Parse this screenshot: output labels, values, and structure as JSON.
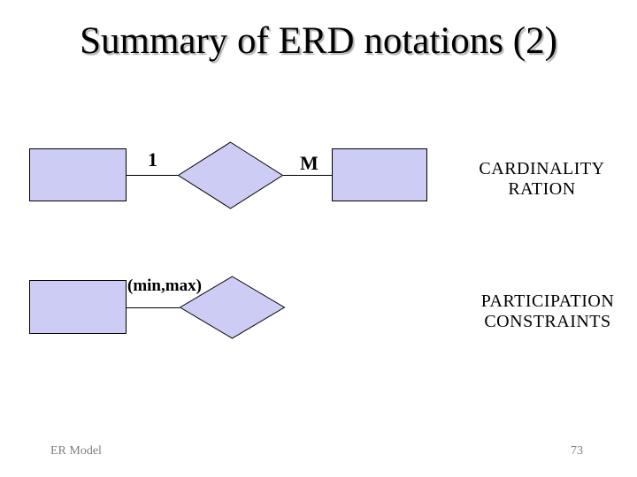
{
  "slide": {
    "title": "Summary of ERD notations (2)",
    "footer_left": "ER Model",
    "page_number": "73"
  },
  "colors": {
    "background": "#ffffff",
    "shape_fill": "#ccccf5",
    "shape_border": "#000000",
    "title_text": "#000000",
    "title_shadow": "#b3b3b3",
    "footer_text": "#7f7f7f"
  },
  "diagram": {
    "rows": [
      {
        "left_connector_label": "1",
        "right_connector_label": "M",
        "caption_lines": [
          "CARDINALITY",
          "RATION"
        ]
      },
      {
        "left_connector_label": "(min,max)",
        "caption_lines": [
          "PARTICIPATION",
          "CONSTRAINTS"
        ]
      }
    ]
  }
}
